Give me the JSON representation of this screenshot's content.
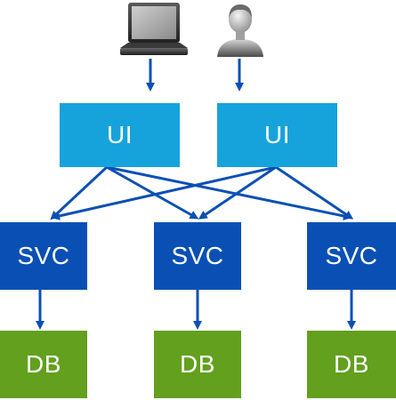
{
  "diagram": {
    "ui_boxes": [
      {
        "label": "UI"
      },
      {
        "label": "UI"
      }
    ],
    "svc_boxes": [
      {
        "label": "SVC"
      },
      {
        "label": "SVC"
      },
      {
        "label": "SVC"
      }
    ],
    "db_boxes": [
      {
        "label": "DB"
      },
      {
        "label": "DB"
      },
      {
        "label": "DB"
      }
    ],
    "icons": [
      {
        "name": "laptop-icon"
      },
      {
        "name": "user-icon"
      }
    ],
    "colors": {
      "ui": "#16a3dc",
      "svc": "#0a50b4",
      "db": "#62a01e",
      "arrow": "#0a50b4"
    }
  }
}
